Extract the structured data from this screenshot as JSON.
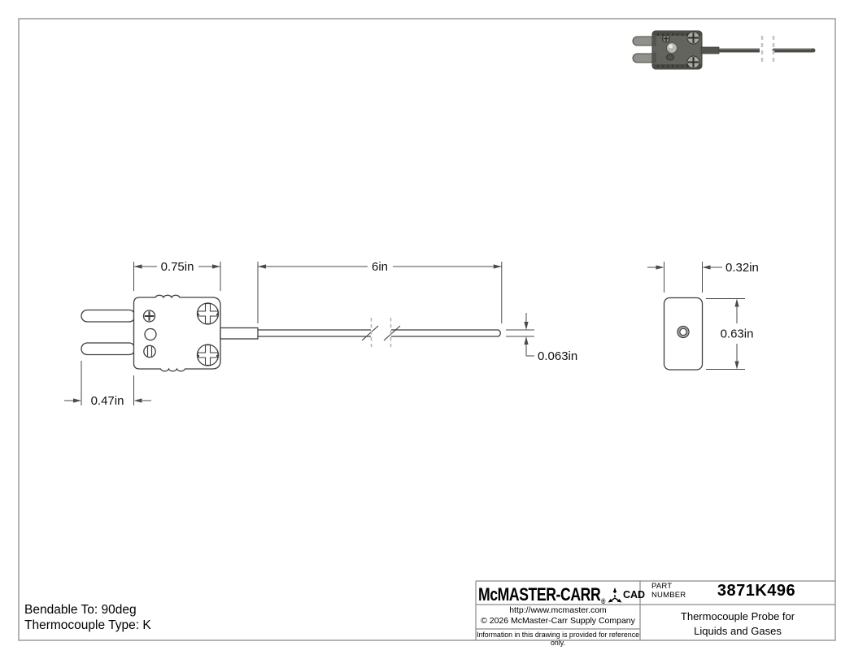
{
  "drawing": {
    "dimensions": {
      "connector_width": "0.75in",
      "probe_length": "6in",
      "pin_length": "0.47in",
      "probe_diameter": "0.063in",
      "connector_end_width": "0.32in",
      "connector_end_height": "0.63in"
    },
    "notes": {
      "line1": "Bendable To: 90deg",
      "line2": "Thermocouple Type: K"
    },
    "colors": {
      "line": "#3d3d3d",
      "page_border": "#9a9a9a",
      "break_dash": "#b5b5b5",
      "photo_body": "#64645e",
      "photo_pin": "#90908c",
      "photo_wire": "#4c4c48"
    }
  },
  "title_block": {
    "brand": "McMASTER-CARR",
    "registered": "®",
    "cad_label": "CAD",
    "url": "http://www.mcmaster.com",
    "copyright": "© 2026 McMaster-Carr Supply Company",
    "disclaimer": "Information in this drawing is provided for reference only.",
    "part_label_line1": "PART",
    "part_label_line2": "NUMBER",
    "part_number": "3871K496",
    "description_line1": "Thermocouple Probe for",
    "description_line2": "Liquids and Gases"
  }
}
